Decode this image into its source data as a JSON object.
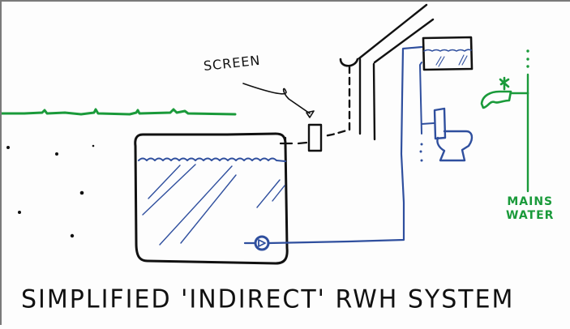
{
  "diagram": {
    "title": "SIMPLIFIED 'INDIRECT' RWH SYSTEM",
    "labels": {
      "screen": "SCREEN",
      "mains_line1": "MAINS",
      "mains_line2": "WATER"
    },
    "components": [
      "ground-line",
      "underground-tank",
      "tank-water-surface",
      "submersible-pump",
      "pump-delivery-pipe",
      "roof",
      "gutter",
      "downpipe",
      "screen-filter",
      "header-tank",
      "toilet",
      "tap",
      "mains-water-pipe"
    ],
    "colors": {
      "ink": "#111111",
      "rainwater": "#2f4f9e",
      "mains": "#1a9a3a",
      "paper": "#fdfdfd"
    }
  }
}
